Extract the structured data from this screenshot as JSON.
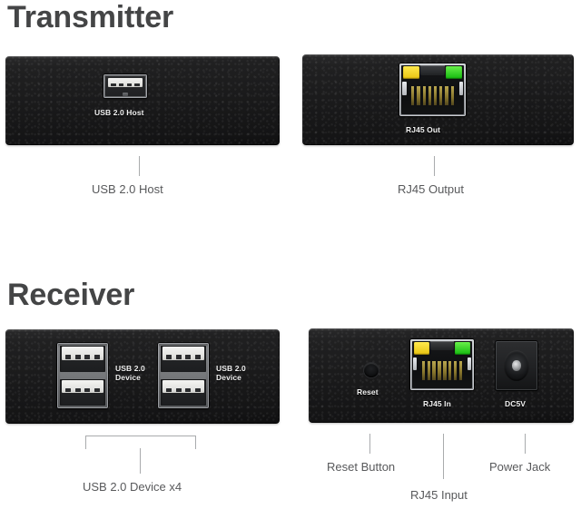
{
  "sections": [
    {
      "id": "transmitter",
      "title": "Transmitter"
    },
    {
      "id": "receiver",
      "title": "Receiver"
    }
  ],
  "transmitter": {
    "title": "Transmitter",
    "left_panel": {
      "port_label": "USB 2.0 Host",
      "caption": "USB 2.0 Host",
      "port_type": "usb-a-host"
    },
    "right_panel": {
      "port_label": "RJ45 Out",
      "caption": "RJ45 Output",
      "port_type": "rj45",
      "leds": [
        {
          "name": "link-led",
          "color": "#f2d22a"
        },
        {
          "name": "activity-led",
          "color": "#2fcf1b"
        }
      ]
    }
  },
  "receiver": {
    "title": "Receiver",
    "left_panel": {
      "port_label_left": "USB 2.0\nDevice",
      "port_label_left_line1": "USB 2.0",
      "port_label_left_line2": "Device",
      "port_label_right_line1": "USB 2.0",
      "port_label_right_line2": "Device",
      "caption": "USB 2.0 Device x4",
      "port_type": "usb-a-device-dual-stack",
      "port_count": 4
    },
    "right_panel": {
      "reset_label": "Reset",
      "rj45_label": "RJ45 In",
      "power_label": "DC5V",
      "captions": {
        "reset": "Reset Button",
        "rj45": "RJ45 Input",
        "power": "Power Jack"
      },
      "leds": [
        {
          "name": "link-led",
          "color": "#f2d22a"
        },
        {
          "name": "activity-led",
          "color": "#2fcf1b"
        }
      ]
    }
  },
  "colors": {
    "background": "#ffffff",
    "heading": "#444546",
    "caption": "#58595b",
    "leader_line": "#a9abad",
    "panel_body": "#1a1a1b",
    "silkscreen": "#f2f2f2",
    "led_yellow": "#f2d22a",
    "led_green": "#2fcf1b",
    "metal_shield": "#a9acb1"
  }
}
